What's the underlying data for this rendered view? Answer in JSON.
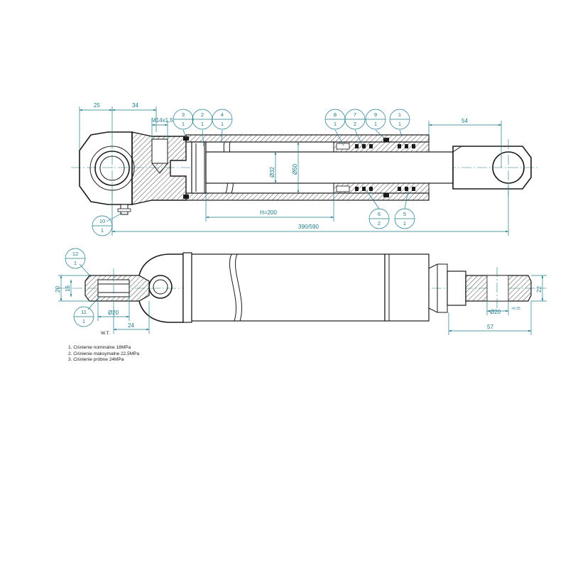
{
  "dimensions": {
    "d25": "25",
    "d34": "34",
    "thread": "M14x1,5",
    "d54": "54",
    "rod_dia": "Ø32",
    "bore_dia": "Ø50",
    "stroke": "H=200",
    "length": "390/590",
    "d20": "20",
    "d16": "16",
    "pin_left": "Ø20",
    "d24": "24",
    "pin_right": "Ø20",
    "tol": "+0.15",
    "d57": "57",
    "d22": "22"
  },
  "balloons": [
    {
      "id": "3",
      "qty": "1"
    },
    {
      "id": "2",
      "qty": "1"
    },
    {
      "id": "4",
      "qty": "1"
    },
    {
      "id": "8",
      "qty": "1"
    },
    {
      "id": "7",
      "qty": "2"
    },
    {
      "id": "9",
      "qty": "1"
    },
    {
      "id": "1",
      "qty": "1"
    },
    {
      "id": "6",
      "qty": "2"
    },
    {
      "id": "5",
      "qty": "1"
    },
    {
      "id": "10",
      "qty": "1"
    },
    {
      "id": "12",
      "qty": "1"
    },
    {
      "id": "11",
      "qty": "1"
    }
  ],
  "view_label": "W.T.",
  "notes": [
    "1. Ciśnienie nominalne 18MPa",
    "2. Ciśnienie maksymalne 22,5MPa",
    "3. Ciśnienie próbne 24MPa"
  ]
}
